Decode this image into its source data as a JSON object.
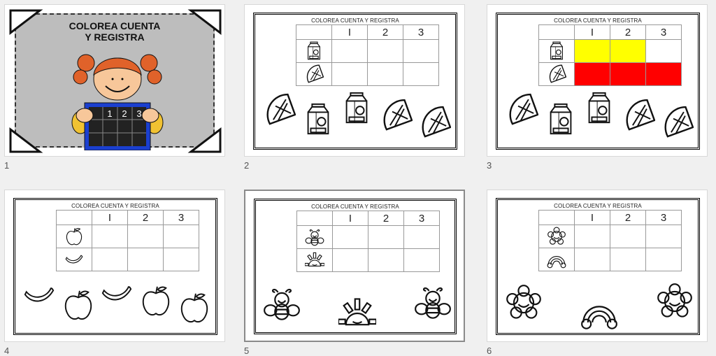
{
  "slides": [
    {
      "number": "1",
      "type": "cover",
      "title_line1": "COLOREA CUENTA",
      "title_line2": "Y REGISTRA",
      "board_headers": [
        "1",
        "2",
        "3"
      ]
    },
    {
      "number": "2",
      "title": "COLOREA CUENTA Y REGISTRA",
      "headers": [
        "I",
        "2",
        "3"
      ],
      "rows": [
        {
          "icon": "milk",
          "fills": [
            "",
            "",
            ""
          ]
        },
        {
          "icon": "orange",
          "fills": [
            "",
            "",
            ""
          ]
        }
      ],
      "pictures": [
        "orange",
        "milk",
        "milk",
        "orange",
        "orange"
      ]
    },
    {
      "number": "3",
      "title": "COLOREA CUENTA Y REGISTRA",
      "headers": [
        "I",
        "2",
        "3"
      ],
      "rows": [
        {
          "icon": "milk",
          "fills": [
            "#ffff00",
            "#ffff00",
            ""
          ]
        },
        {
          "icon": "orange",
          "fills": [
            "#ff0000",
            "#ff0000",
            "#ff0000"
          ]
        }
      ],
      "pictures": [
        "orange",
        "milk",
        "milk",
        "orange",
        "orange"
      ]
    },
    {
      "number": "4",
      "title": "COLOREA CUENTA Y REGISTRA",
      "headers": [
        "I",
        "2",
        "3"
      ],
      "rows": [
        {
          "icon": "apple",
          "fills": [
            "",
            "",
            ""
          ]
        },
        {
          "icon": "banana",
          "fills": [
            "",
            "",
            ""
          ]
        }
      ],
      "pictures": [
        "banana",
        "apple",
        "banana",
        "apple",
        "apple"
      ]
    },
    {
      "number": "5",
      "title": "COLOREA CUENTA Y REGISTRA",
      "headers": [
        "I",
        "2",
        "3"
      ],
      "selected": true,
      "rows": [
        {
          "icon": "bee",
          "fills": [
            "",
            "",
            ""
          ]
        },
        {
          "icon": "sun",
          "fills": [
            "",
            "",
            ""
          ]
        }
      ],
      "pictures": [
        "bee",
        "sun",
        "bee"
      ]
    },
    {
      "number": "6",
      "title": "COLOREA CUENTA Y REGISTRA",
      "headers": [
        "I",
        "2",
        "3"
      ],
      "rows": [
        {
          "icon": "flower",
          "fills": [
            "",
            "",
            ""
          ]
        },
        {
          "icon": "rainbow",
          "fills": [
            "",
            "",
            ""
          ]
        }
      ],
      "pictures": [
        "flower",
        "rainbow",
        "flower"
      ]
    }
  ]
}
